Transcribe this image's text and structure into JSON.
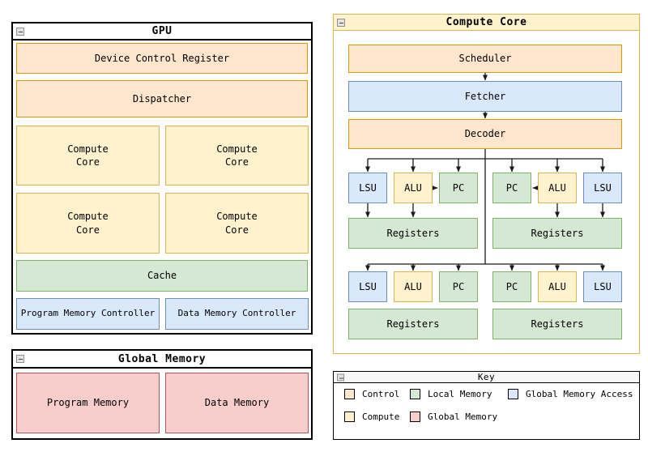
{
  "palette": {
    "control": {
      "fill": "#FFE6CC",
      "border": "#D79B00"
    },
    "compute": {
      "fill": "#FFF2CC",
      "border": "#D6B656"
    },
    "local_memory": {
      "fill": "#D5E8D4",
      "border": "#82B366"
    },
    "global_memory": {
      "fill": "#F8CECC",
      "border": "#B85450"
    },
    "global_memory_access": {
      "fill": "#DAE8FC",
      "border": "#6C8EBF"
    }
  },
  "gpu": {
    "title": "GPU",
    "device_control_register": "Device Control Register",
    "dispatcher": "Dispatcher",
    "cores": [
      "Compute\nCore",
      "Compute\nCore",
      "Compute\nCore",
      "Compute\nCore"
    ],
    "cache": "Cache",
    "program_memory_controller": "Program Memory Controller",
    "data_memory_controller": "Data Memory Controller"
  },
  "global_memory": {
    "title": "Global Memory",
    "program_memory": "Program Memory",
    "data_memory": "Data Memory"
  },
  "compute_core": {
    "title": "Compute Core",
    "scheduler": "Scheduler",
    "fetcher": "Fetcher",
    "decoder": "Decoder",
    "units_row1": [
      "LSU",
      "ALU",
      "PC",
      "PC",
      "ALU",
      "LSU"
    ],
    "units_row2": [
      "LSU",
      "ALU",
      "PC",
      "PC",
      "ALU",
      "LSU"
    ],
    "registers": [
      "Registers",
      "Registers",
      "Registers",
      "Registers"
    ]
  },
  "key": {
    "title": "Key",
    "items": [
      {
        "label": "Control",
        "category": "control"
      },
      {
        "label": "Local Memory",
        "category": "local_memory"
      },
      {
        "label": "Global Memory Access",
        "category": "global_memory_access"
      },
      {
        "label": "Compute",
        "category": "compute"
      },
      {
        "label": "Global Memory",
        "category": "global_memory"
      }
    ]
  }
}
